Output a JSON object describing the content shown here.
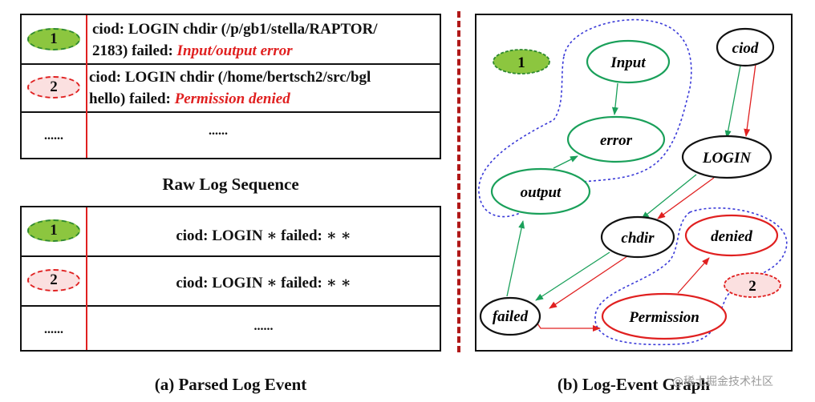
{
  "raw_log": {
    "rows": [
      {
        "badge": "1",
        "line1": "ciod: LOGIN chdir (/p/gb1/stella/RAPTOR/",
        "line2_prefix": "2183) failed: ",
        "error": "Input/output error"
      },
      {
        "badge": "2",
        "line1": "ciod: LOGIN chdir (/home/bertsch2/src/bgl",
        "line2_prefix": "hello) failed: ",
        "error": "Permission denied"
      },
      {
        "badge": "......",
        "text": "......"
      }
    ],
    "caption": "Raw Log Sequence"
  },
  "parsed": {
    "rows": [
      {
        "badge": "1",
        "text": "ciod: LOGIN ∗ failed: ∗ ∗"
      },
      {
        "badge": "2",
        "text": "ciod: LOGIN ∗ failed: ∗ ∗"
      },
      {
        "badge": "......",
        "text": "......"
      }
    ],
    "caption": "(a) Parsed Log Event"
  },
  "graph": {
    "caption": "(b) Log-Event Graph",
    "badge1": "1",
    "badge2": "2",
    "nodes": {
      "input": "Input",
      "error": "error",
      "output": "output",
      "ciod": "ciod",
      "login": "LOGIN",
      "chdir": "chdir",
      "denied": "denied",
      "failed": "failed",
      "permission": "Permission"
    }
  },
  "watermark": "@稀土掘金技术社区",
  "colors": {
    "green": "#1aa05a",
    "red": "#e02020",
    "blue": "#3a3ad8",
    "badge_green": "#8cc63f",
    "badge_pink": "#fbe0e0"
  }
}
